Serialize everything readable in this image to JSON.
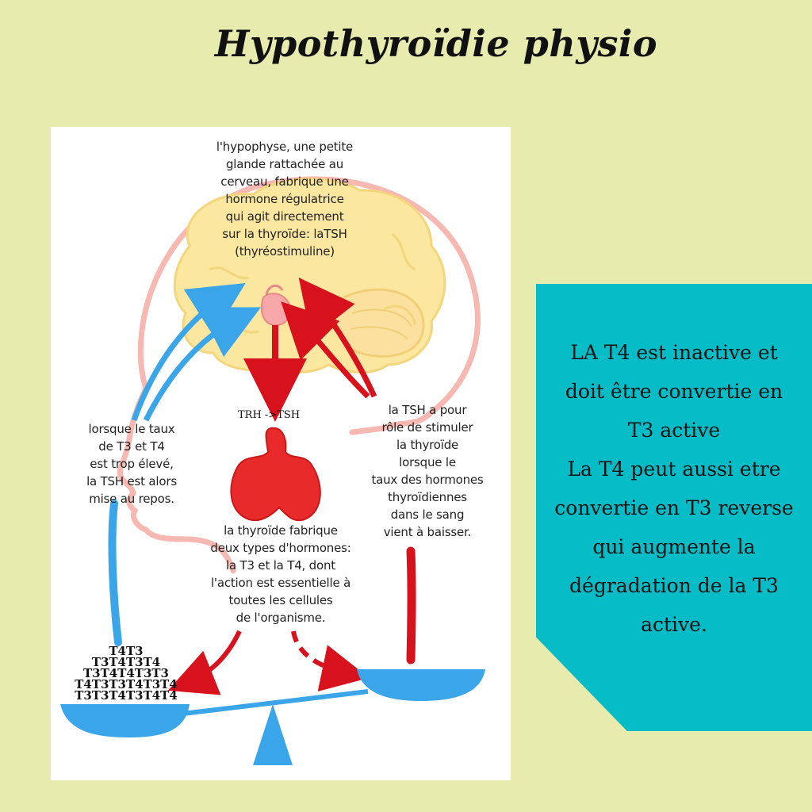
{
  "title": "Hypothyroïdie physio",
  "diagram": {
    "pituitary_text": "l'hypophyse, une petite\nglande rattachée au\ncerveau, fabrique une\nhormone régulatrice\nqui agit directement\nsur la thyroïde: laTSH\n(thyréostimuline)",
    "trh_label": "TRH ->TSH",
    "left_text": "lorsque le taux\nde T3 et T4\nest trop élevé,\nla TSH est alors\nmise au repos.",
    "right_text": "la TSH a pour\nrôle de stimuler\nla thyroïde\nlorsque le\ntaux des hormones\nthyroïdiennes\ndans le sang\nvient à baisser.",
    "thyroid_text": "la thyroïde fabrique\ndeux types d'hormones:\nla T3 et la T4, dont\nl'action est essentielle à\ntoutes les cellules\nde l'organisme.",
    "hormone_stack": [
      "T4T3",
      "T3T4T3T4",
      "T3T4T4T3T3",
      "T4T3T3T4T3T4",
      "T3T3T4T3T4T4"
    ],
    "colors": {
      "brain": "#fbe7a0",
      "head_outline": "#f6b8b0",
      "red_arrow": "#d8121c",
      "blue_arrow": "#3aa5e8",
      "thyroid": "#e82a2a"
    }
  },
  "note": {
    "text": "LA T4 est inactive et\ndoit être convertie en\nT3 active\nLa T4 peut aussi etre\nconvertie en T3 reverse\nqui augmente la\ndégradation de la T3\nactive."
  }
}
